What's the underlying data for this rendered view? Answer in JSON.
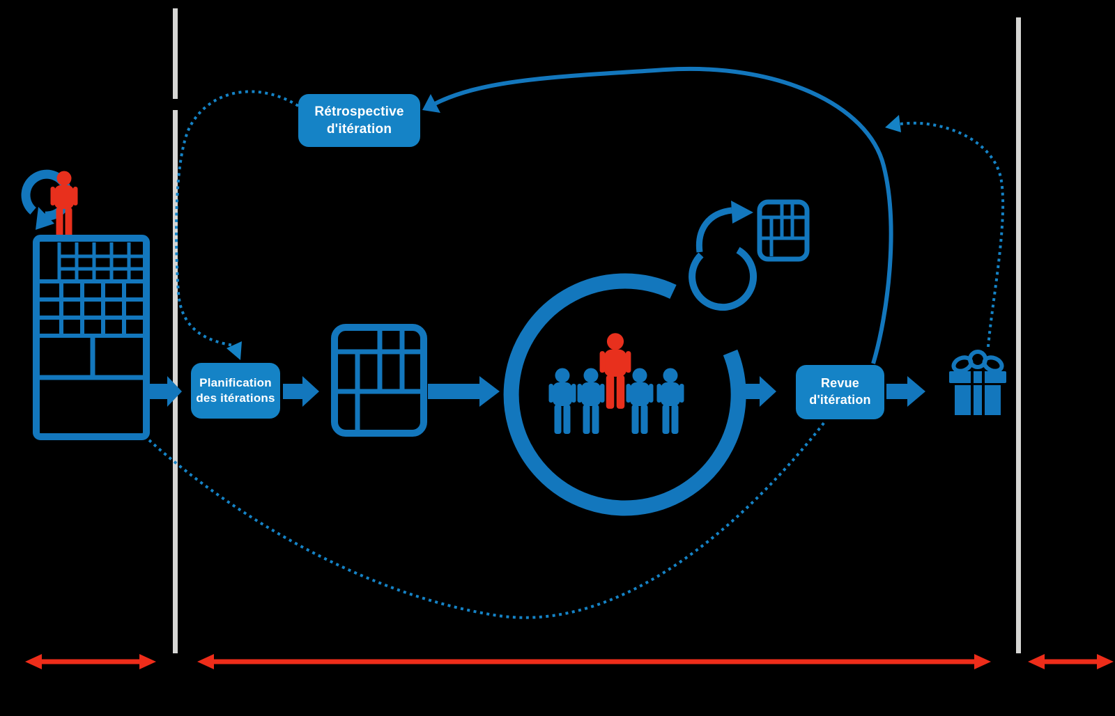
{
  "nodes": {
    "retrospective": {
      "line1": "Rétrospective",
      "line2": "d'itération"
    },
    "planning": {
      "line1": "Planification",
      "line2": "des itérations"
    },
    "review": {
      "line1": "Revue",
      "line2": "d'itération"
    }
  },
  "icons": [
    "product-owner-person-icon",
    "backlog-refresh-cycle-icon",
    "product-backlog-grid-icon",
    "iteration-board-icon",
    "team-cycle-ring-icon",
    "team-members-icons",
    "lead-person-icon",
    "daily-cycle-icon",
    "daily-board-icon",
    "gift-increment-icon"
  ],
  "colors": {
    "accent_blue": "#1377bd",
    "node_fill": "#1583c6",
    "person_red": "#e8301d",
    "measure_red": "#ee2d1a",
    "divider_gray": "#d6d6d4",
    "text_white": "#ffffff",
    "background": "#000000"
  }
}
